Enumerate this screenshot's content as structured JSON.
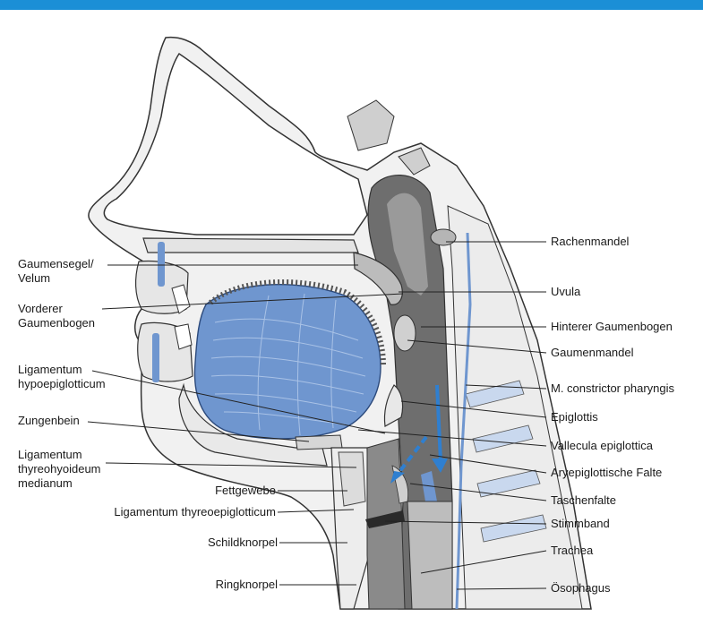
{
  "figure": {
    "colors": {
      "accent_bar": "#1b8fd6",
      "muscle_blue": "#6f96cf",
      "muscle_light": "#a9c2e6",
      "cartilage": "#c9d8ee",
      "tissue_gray": "#8c8c8c",
      "airway_dark": "#4f4f4f",
      "bone_light": "#e6e6e6",
      "arrow_blue": "#2f7fd0",
      "leader_line": "#222222"
    },
    "labels_left": [
      {
        "id": "gaumensegel",
        "lines": [
          "Gaumensegel/",
          "Velum"
        ]
      },
      {
        "id": "vorderer-gaumenbogen",
        "lines": [
          "Vorderer",
          "Gaumenbogen"
        ]
      },
      {
        "id": "ligamentum-hypoepiglotticum",
        "lines": [
          "Ligamentum",
          "hypoepiglotticum"
        ]
      },
      {
        "id": "zungenbein",
        "lines": [
          "Zungenbein"
        ]
      },
      {
        "id": "ligamentum-thyreohyoideum",
        "lines": [
          "Ligamentum",
          "thyreohyoideum",
          "medianum"
        ]
      },
      {
        "id": "fettgewebe",
        "lines": [
          "Fettgewebe"
        ]
      },
      {
        "id": "ligamentum-thyreoepiglotticum",
        "lines": [
          "Ligamentum thyreoepiglotticum"
        ]
      },
      {
        "id": "schildknorpel",
        "lines": [
          "Schildknorpel"
        ]
      },
      {
        "id": "ringknorpel",
        "lines": [
          "Ringknorpel"
        ]
      }
    ],
    "labels_right": [
      {
        "id": "rachenmandel",
        "lines": [
          "Rachenmandel"
        ]
      },
      {
        "id": "uvula",
        "lines": [
          "Uvula"
        ]
      },
      {
        "id": "hinterer-gaumenbogen",
        "lines": [
          "Hinterer Gaumenbogen"
        ]
      },
      {
        "id": "gaumenmandel",
        "lines": [
          "Gaumenmandel"
        ]
      },
      {
        "id": "m-constrictor-pharyngis",
        "lines": [
          "M. constrictor pharyngis"
        ]
      },
      {
        "id": "epiglottis",
        "lines": [
          "Epiglottis"
        ]
      },
      {
        "id": "vallecula-epiglottica",
        "lines": [
          "Vallecula epiglottica"
        ]
      },
      {
        "id": "aryepiglottische-falte",
        "lines": [
          "Aryepiglottische Falte"
        ]
      },
      {
        "id": "taschenfalte",
        "lines": [
          "Taschenfalte"
        ]
      },
      {
        "id": "stimmband",
        "lines": [
          "Stimmband"
        ]
      },
      {
        "id": "trachea",
        "lines": [
          "Trachea"
        ]
      },
      {
        "id": "oesophagus",
        "lines": [
          "Ösophagus"
        ]
      }
    ]
  }
}
